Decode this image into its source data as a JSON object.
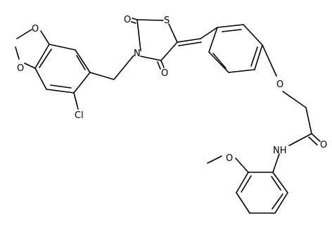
{
  "colors": {
    "background": "#ffffff",
    "bond": "#000000",
    "label": "#000000"
  },
  "atoms": {
    "s1": "S",
    "n_ring": "N",
    "o_c2": "O",
    "o_c4": "O",
    "cl": "Cl",
    "o_diox1": "O",
    "o_diox2": "O",
    "o_ether": "O",
    "o_amide": "O",
    "nh": "NH",
    "o_methoxy": "O"
  }
}
